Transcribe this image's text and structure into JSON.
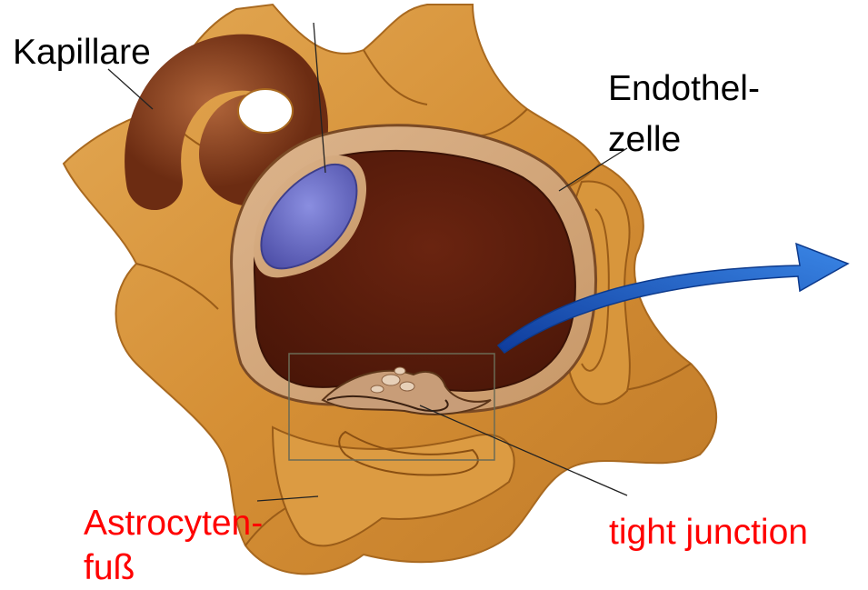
{
  "labels": {
    "kapillare": "Kapillare",
    "endothel_line1": "Endothel-",
    "endothel_line2": "zelle",
    "astrocyten_line1": "Astrocyten-",
    "astrocyten_line2": "fuß",
    "tight_junction": "tight junction"
  },
  "colors": {
    "label_text": "#000000",
    "highlight_text": "#ff0000",
    "astrocyte_tissue": "#d9973e",
    "capillary_lumen": "#5e1c0b",
    "endothelium_wall": "#d1a57b",
    "nucleus": "#6e6fc6",
    "arrow": "#1f5fc8"
  }
}
